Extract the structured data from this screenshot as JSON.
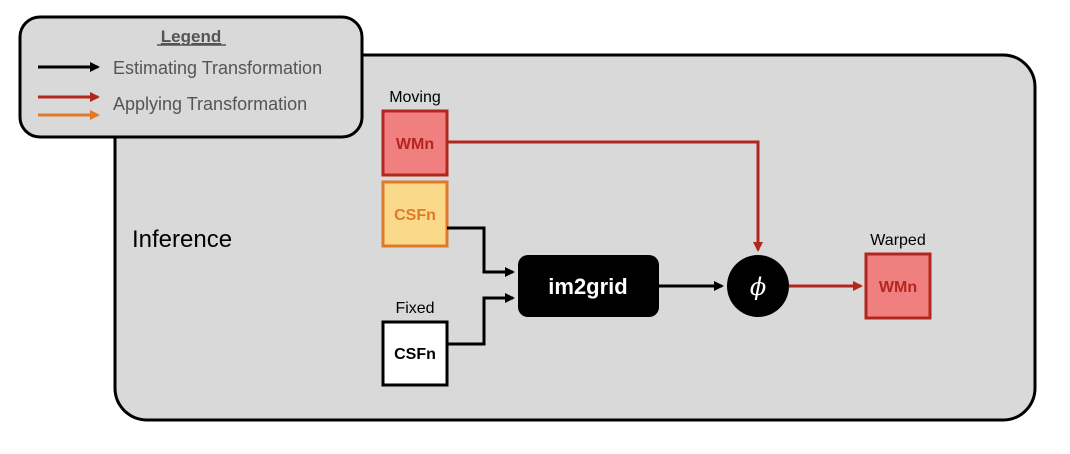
{
  "legend": {
    "title": "Legend",
    "items": [
      {
        "label": "Estimating Transformation",
        "color": "#000000"
      },
      {
        "label": "Applying Transformation",
        "color": "#b3261e"
      },
      {
        "label": "",
        "color": "#e07a28"
      }
    ]
  },
  "panel": {
    "label": "Inference"
  },
  "nodes": {
    "moving": {
      "caption": "Moving"
    },
    "moving_wmn": {
      "label": "WMn",
      "fill": "#f08080",
      "stroke": "#b3261e",
      "text_color": "#b3261e"
    },
    "moving_csfn": {
      "label": "CSFn",
      "fill": "#fad98a",
      "stroke": "#e07a28",
      "text_color": "#e07a28"
    },
    "fixed": {
      "caption": "Fixed"
    },
    "fixed_csfn": {
      "label": "CSFn",
      "fill": "#ffffff",
      "stroke": "#000000",
      "text_color": "#000000"
    },
    "im2grid": {
      "label": "im2grid"
    },
    "phi": {
      "label": "ϕ"
    },
    "warped": {
      "caption": "Warped"
    },
    "warped_wmn": {
      "label": "WMn",
      "fill": "#f08080",
      "stroke": "#b3261e",
      "text_color": "#b3261e"
    }
  },
  "colors": {
    "panel_fill": "#d9d9d9",
    "estimate_arrow": "#000000",
    "apply_arrow": "#b3261e",
    "apply_arrow_alt": "#e07a28"
  }
}
